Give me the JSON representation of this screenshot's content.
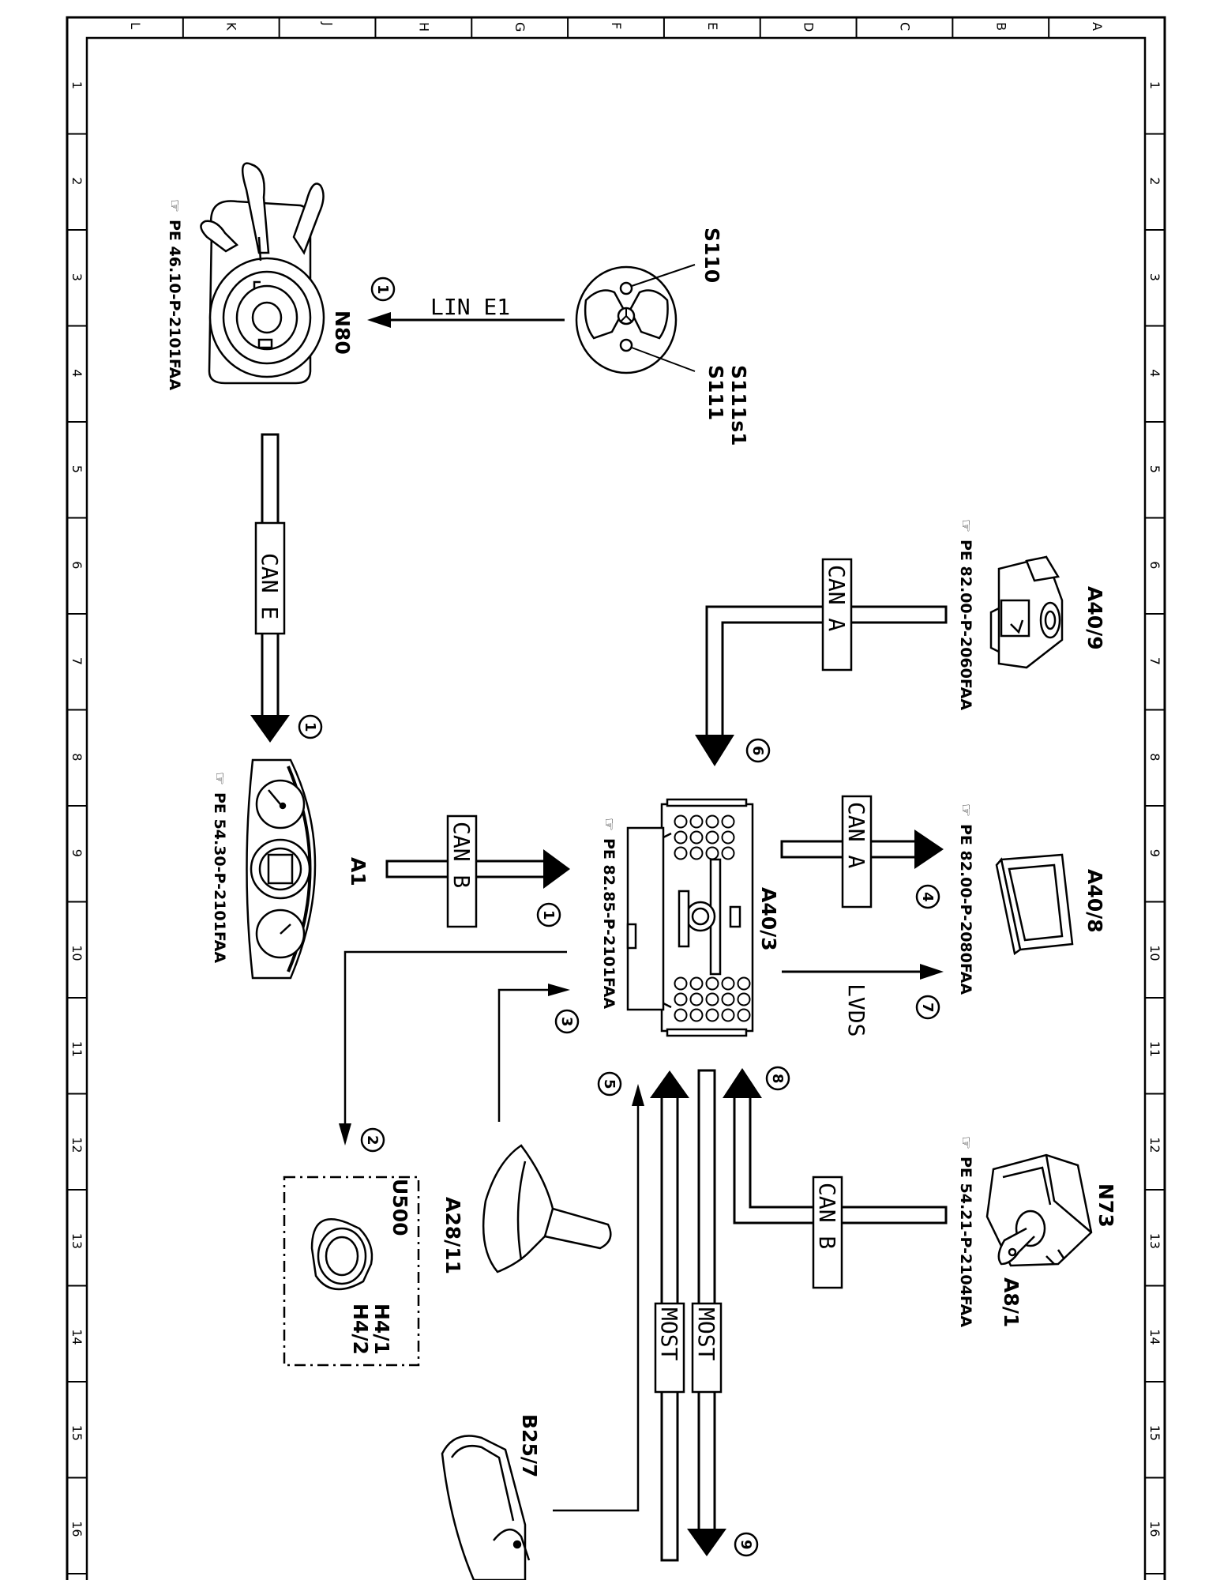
{
  "grid": {
    "columns": [
      "L",
      "K",
      "J",
      "H",
      "G",
      "F",
      "E",
      "D",
      "C",
      "B",
      "A"
    ],
    "rows": [
      "1",
      "2",
      "3",
      "4",
      "5",
      "6",
      "7",
      "8",
      "9",
      "10",
      "11",
      "12",
      "13",
      "14",
      "15",
      "16"
    ]
  },
  "components": {
    "n80": {
      "label": "N80",
      "ref": "PE 46.10-P-2101FAA"
    },
    "s110": {
      "label": "S110"
    },
    "s111s1": {
      "label": "S111s1"
    },
    "s111": {
      "label": "S111"
    },
    "a1": {
      "label": "A1",
      "ref": "PE 54.30-P-2101FAA"
    },
    "a40_3": {
      "label": "A40/3",
      "ref": "PE 82.85-P-2101FAA"
    },
    "a40_9": {
      "label": "A40/9",
      "ref": "PE 82.00-P-2060FAA"
    },
    "a40_8": {
      "label": "A40/8",
      "ref": "PE 82.00-P-2080FAA"
    },
    "n73": {
      "label": "N73",
      "ref": "PE 54.21-P-2104FAA"
    },
    "a8_1": {
      "label": "A8/1"
    },
    "a28_11": {
      "label": "A28/11"
    },
    "u500": {
      "label": "U500"
    },
    "h4_1": {
      "label": "H4/1"
    },
    "h4_2": {
      "label": "H4/2"
    },
    "b25_7": {
      "label": "B25/7"
    }
  },
  "buses": {
    "lin_e1": "LIN E1",
    "can_e": "CAN E",
    "can_b_a1": "CAN B",
    "can_a_top": "CAN A",
    "can_a_right": "CAN A",
    "lvds": "LVDS",
    "can_b_n73": "CAN B",
    "most_left": "MOST",
    "most_right": "MOST"
  },
  "signals": {
    "s1_lin": "1",
    "s1_cane": "1",
    "s1_canb": "1",
    "s2": "2",
    "s3": "3",
    "s4": "4",
    "s5": "5",
    "s6": "6",
    "s7": "7",
    "s8": "8",
    "s9": "9"
  }
}
